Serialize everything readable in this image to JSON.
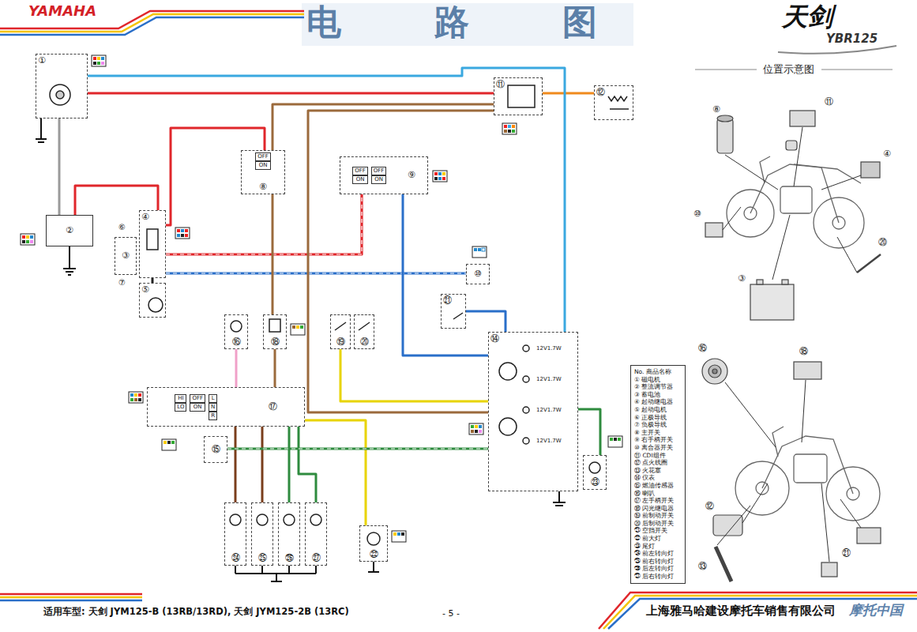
{
  "diagram": {
    "title": "电路图",
    "nodes": [
      {
        "text": [
          "①"
        ]
      },
      {
        "text": [
          "②"
        ]
      },
      {
        "text": [
          "⑧",
          "OFF",
          "ON"
        ]
      },
      {
        "text": [
          "⑨",
          "OFF",
          "ON",
          "OFF",
          "ON"
        ]
      },
      {
        "text": [
          "⑪"
        ]
      },
      {
        "text": [
          "⑫"
        ]
      },
      {
        "text": [
          "③"
        ]
      },
      {
        "text": [
          "④"
        ]
      },
      {
        "text": [
          "⑤"
        ]
      },
      {
        "text": [
          "⑩"
        ]
      },
      {
        "text": [
          "㉑"
        ]
      },
      {
        "text": [
          "⑯"
        ]
      },
      {
        "text": [
          "⑱"
        ]
      },
      {
        "text": [
          "⑲"
        ]
      },
      {
        "text": [
          "⑳"
        ]
      },
      {
        "text": [
          "⑭",
          "12V1.7W",
          "12V1.7W",
          "12V1.7W",
          "12V1.7W"
        ]
      },
      {
        "text": [
          "⑰",
          "HI",
          "LO",
          "OFF",
          "ON",
          "L",
          "N",
          "R"
        ]
      },
      {
        "text": [
          "⑮"
        ]
      },
      {
        "text": [
          "㉒"
        ]
      },
      {
        "text": [
          "㉓"
        ]
      },
      {
        "text": [
          "㉔"
        ]
      },
      {
        "text": [
          "㉕"
        ]
      },
      {
        "text": [
          "㉖"
        ]
      },
      {
        "text": [
          "㉗"
        ]
      },
      {
        "text": [
          "No. 商品名称",
          "① 磁电机",
          "② 整流调节器",
          "③ 蓄电池",
          "④ 起动继电器",
          "⑤ 起动电机",
          "⑥ 正极导线",
          "⑦ 负极导线",
          "⑧ 主开关",
          "⑨ 右手柄开关",
          "⑩ 离合器开关",
          "⑪ CDI组件",
          "⑫ 点火线圈",
          "⑬ 火花塞",
          "⑭ 仪表",
          "⑮ 燃油传感器",
          "⑯ 喇叭",
          "⑰ 左手柄开关",
          "⑱ 闪光继电器",
          "⑲ 前制动开关",
          "⑳ 后制动开关",
          "㉑ 空挡开关",
          "㉒ 前大灯",
          "㉓ 尾灯",
          "㉔ 前左转向灯",
          "㉕ 前右转向灯",
          "㉖ 后左转向灯",
          "㉗ 后右转向灯"
        ]
      }
    ],
    "edges": [
      {
        "from": 0,
        "to": 4,
        "arrow": "none"
      },
      {
        "from": 0,
        "to": 1,
        "arrow": "none"
      },
      {
        "from": 4,
        "to": 5,
        "arrow": "none"
      },
      {
        "from": 2,
        "to": 4,
        "arrow": "none"
      },
      {
        "from": 1,
        "to": 7,
        "arrow": "none"
      },
      {
        "from": 7,
        "to": 2,
        "arrow": "none"
      },
      {
        "from": 7,
        "to": 3,
        "arrow": "none"
      },
      {
        "from": 7,
        "to": 9,
        "arrow": "none"
      },
      {
        "from": 3,
        "to": 15,
        "arrow": "none"
      },
      {
        "from": 0,
        "to": 15,
        "arrow": "none"
      },
      {
        "from": 2,
        "to": 12,
        "arrow": "none"
      },
      {
        "from": 12,
        "to": 16,
        "arrow": "none"
      },
      {
        "from": 4,
        "to": 15,
        "arrow": "none"
      },
      {
        "from": 16,
        "to": 18,
        "arrow": "none"
      },
      {
        "from": 13,
        "to": 15,
        "arrow": "none"
      },
      {
        "from": 16,
        "to": 20,
        "arrow": "none"
      },
      {
        "from": 16,
        "to": 21,
        "arrow": "none"
      },
      {
        "from": 16,
        "to": 22,
        "arrow": "none"
      },
      {
        "from": 16,
        "to": 23,
        "arrow": "none"
      },
      {
        "from": 15,
        "to": 19,
        "arrow": "none"
      },
      {
        "from": 10,
        "to": 15,
        "arrow": "none"
      },
      {
        "from": 11,
        "to": 16,
        "arrow": "none"
      },
      {
        "from": 7,
        "to": 8,
        "arrow": "none"
      },
      {
        "from": 17,
        "to": 15,
        "arrow": "none"
      }
    ],
    "labels": [
      "YAMAHA",
      "天剑",
      "YBR125",
      "位置示意图",
      "⑥",
      "⑦",
      "⑧",
      "⑪",
      "④",
      "⑩",
      "③",
      "⑳",
      "⑯",
      "⑱",
      "⑫",
      "⑬",
      "㉑",
      "适用车型: 天剑 JYM125-B (13RB/13RD), 天剑 JYM125-2B (13RC)",
      "- 5 -",
      "上海雅马哈建设摩托车销售有限公司",
      "摩托中国"
    ]
  }
}
